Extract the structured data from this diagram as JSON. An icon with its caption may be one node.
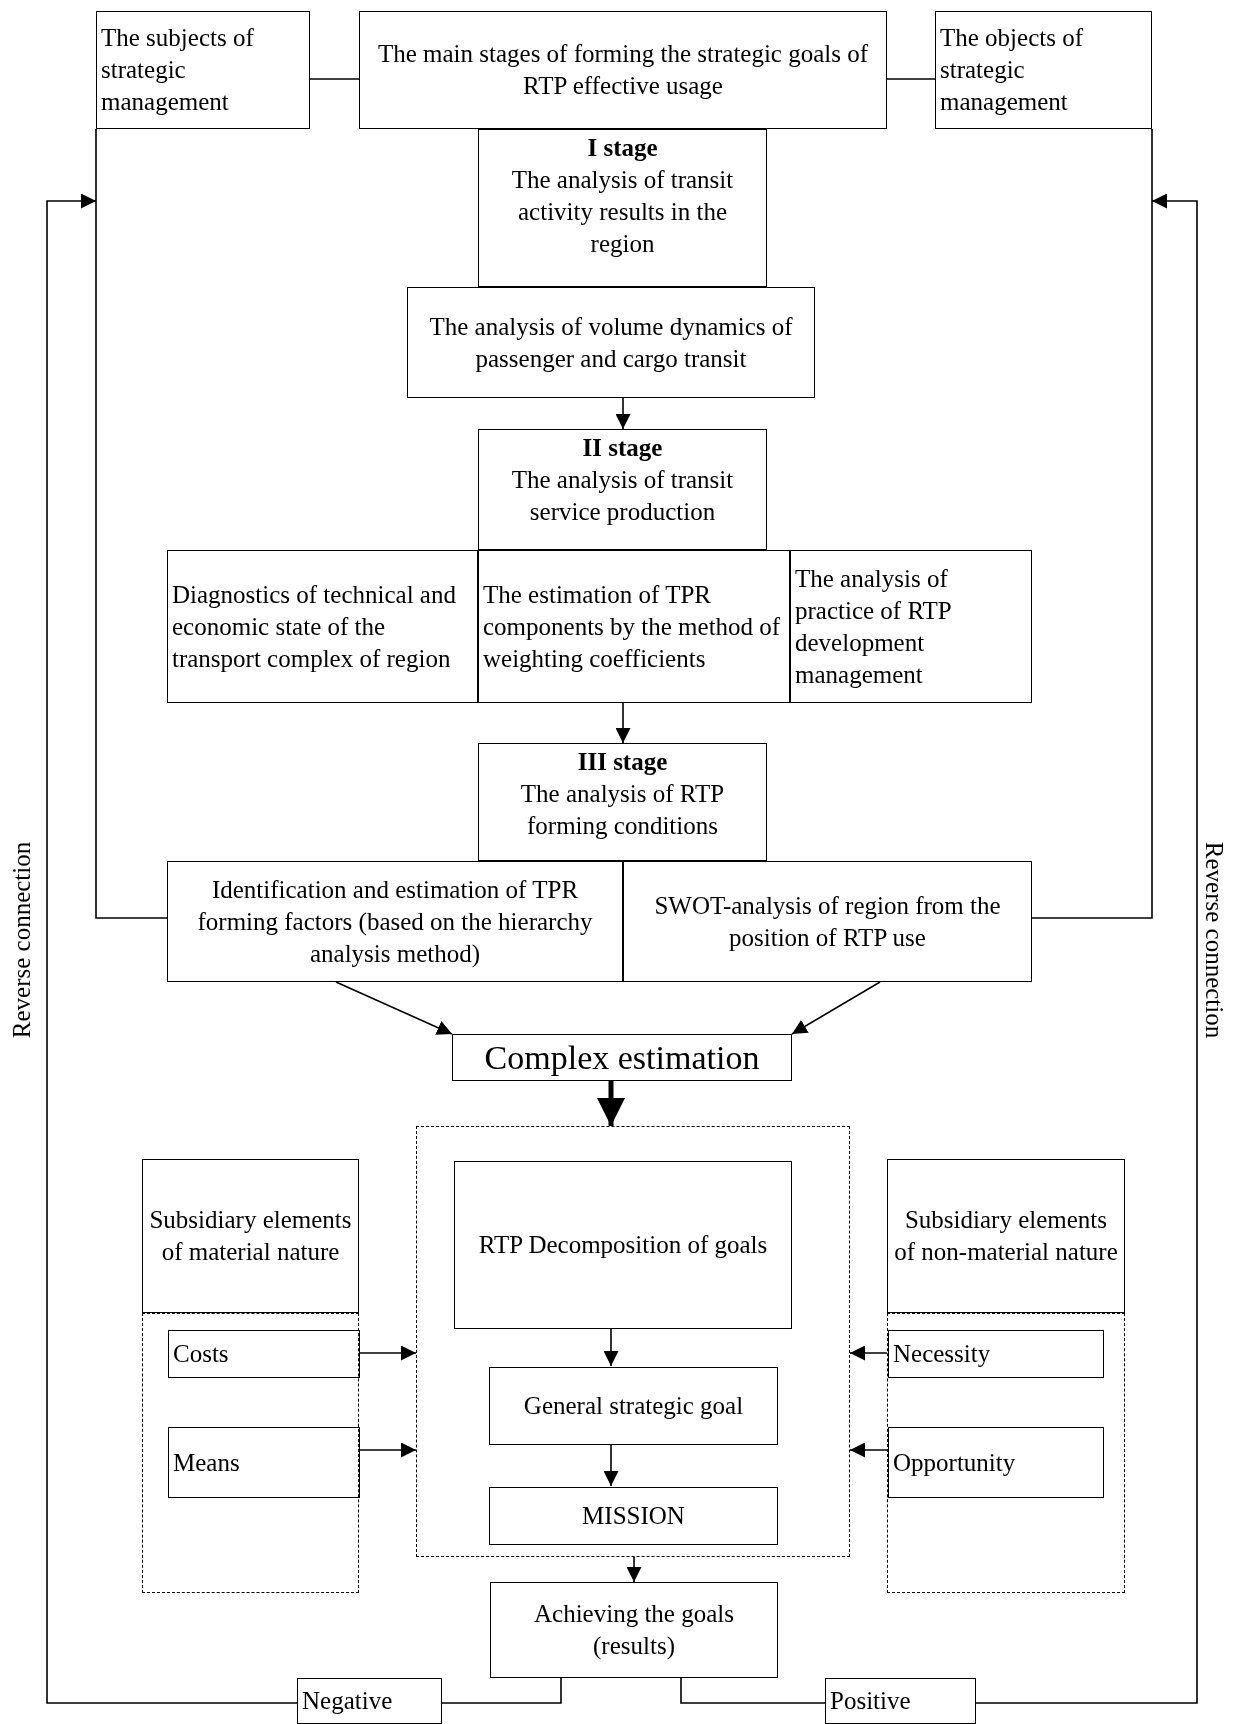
{
  "diagram": {
    "nodes": [
      {
        "text": [
          "The subjects of strategic management"
        ]
      },
      {
        "text": [
          "The main stages of forming the strategic goals of RTP effective usage"
        ]
      },
      {
        "text": [
          "The objects of strategic management"
        ]
      },
      {
        "text": [
          "I stage",
          "The analysis of transit activity results in the region"
        ]
      },
      {
        "text": [
          "The analysis of volume dynamics of passenger and cargo transit"
        ]
      },
      {
        "text": [
          "II stage",
          "The analysis of transit service production"
        ]
      },
      {
        "text": [
          "Diagnostics of technical and economic state of the transport complex of region"
        ]
      },
      {
        "text": [
          "The estimation of TPR components by the method of weighting coefficients"
        ]
      },
      {
        "text": [
          "The analysis of practice of RTP development management"
        ]
      },
      {
        "text": [
          "III stage",
          "The analysis of RTP forming conditions"
        ]
      },
      {
        "text": [
          "Identification and estimation of TPR forming factors (based on the hierarchy analysis method)"
        ]
      },
      {
        "text": [
          "SWOT-analysis of region from the position of RTP use"
        ]
      },
      {
        "text": [
          "Complex estimation"
        ]
      },
      {
        "text": [],
        "shape": "box"
      },
      {
        "text": [
          "RTP Decomposition of goals"
        ],
        "in": 13
      },
      {
        "text": [
          "General strategic goal"
        ],
        "in": 13
      },
      {
        "text": [
          "MISSION"
        ],
        "in": 13
      },
      {
        "text": [
          "Subsidiary elements of material nature"
        ]
      },
      {
        "text": [],
        "shape": "box"
      },
      {
        "text": [
          "Costs"
        ],
        "in": 18
      },
      {
        "text": [
          "Means"
        ],
        "in": 18
      },
      {
        "text": [
          "Subsidiary elements of non-material nature"
        ]
      },
      {
        "text": [],
        "shape": "box"
      },
      {
        "text": [
          "Necessity"
        ],
        "in": 22
      },
      {
        "text": [
          "Opportunity"
        ],
        "in": 22
      },
      {
        "text": [
          "Achieving the goals (results)"
        ]
      },
      {
        "text": [
          "Negative"
        ]
      },
      {
        "text": [
          "Positive"
        ]
      }
    ],
    "edges": [
      {
        "from": 0,
        "to": 1,
        "arrow": "none"
      },
      {
        "from": 1,
        "to": 2,
        "arrow": "none"
      },
      {
        "from": 0,
        "to": 10,
        "arrow": "none"
      },
      {
        "from": 2,
        "to": 11,
        "arrow": "none"
      },
      {
        "from": 4,
        "to": 5,
        "arrow": "to"
      },
      {
        "from": 7,
        "to": 9,
        "arrow": "to"
      },
      {
        "from": 10,
        "to": 12,
        "arrow": "to"
      },
      {
        "from": 11,
        "to": 12,
        "arrow": "to"
      },
      {
        "from": 12,
        "to": 13,
        "arrow": "to",
        "style": "thick"
      },
      {
        "from": 14,
        "to": 15,
        "arrow": "to"
      },
      {
        "from": 15,
        "to": 16,
        "arrow": "to"
      },
      {
        "from": 19,
        "to": 13,
        "arrow": "to"
      },
      {
        "from": 20,
        "to": 13,
        "arrow": "to"
      },
      {
        "from": 23,
        "to": 13,
        "arrow": "to"
      },
      {
        "from": 24,
        "to": 13,
        "arrow": "to"
      },
      {
        "from": 13,
        "to": 25,
        "arrow": "to"
      },
      {
        "from": 25,
        "to": 26,
        "arrow": "none"
      },
      {
        "from": 25,
        "to": 27,
        "arrow": "none"
      },
      {
        "from": 26,
        "to": 0,
        "arrow": "to",
        "label": "Reverse connection"
      },
      {
        "from": 27,
        "to": 2,
        "arrow": "to",
        "label": "Reverse connection"
      }
    ]
  }
}
